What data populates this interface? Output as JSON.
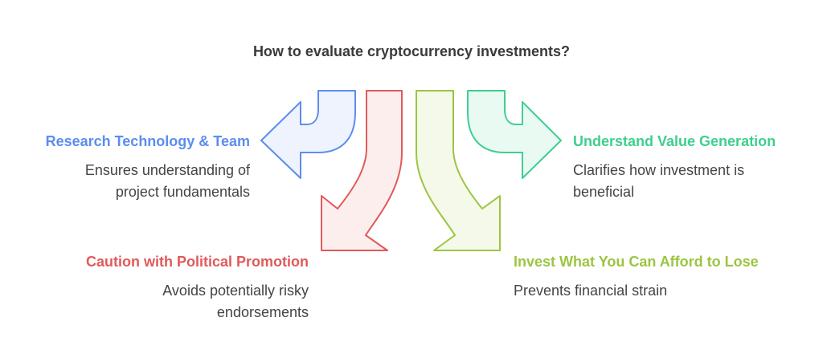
{
  "title": "How to evaluate cryptocurrency investments?",
  "colors": {
    "blue": "#5b8def",
    "red": "#e05a5a",
    "lime": "#9cc541",
    "green": "#3ecf8e"
  },
  "items": [
    {
      "heading": "Research Technology & Team",
      "description": "Ensures understanding of project fundamentals",
      "color": "#5b8def"
    },
    {
      "heading": "Caution with Political Promotion",
      "description": "Avoids potentially risky endorsements",
      "color": "#e05a5a"
    },
    {
      "heading": "Invest What You Can Afford to Lose",
      "description": "Prevents financial strain",
      "color": "#9cc541"
    },
    {
      "heading": "Understand Value Generation",
      "description": "Clarifies how investment is beneficial",
      "color": "#3ecf8e"
    }
  ]
}
